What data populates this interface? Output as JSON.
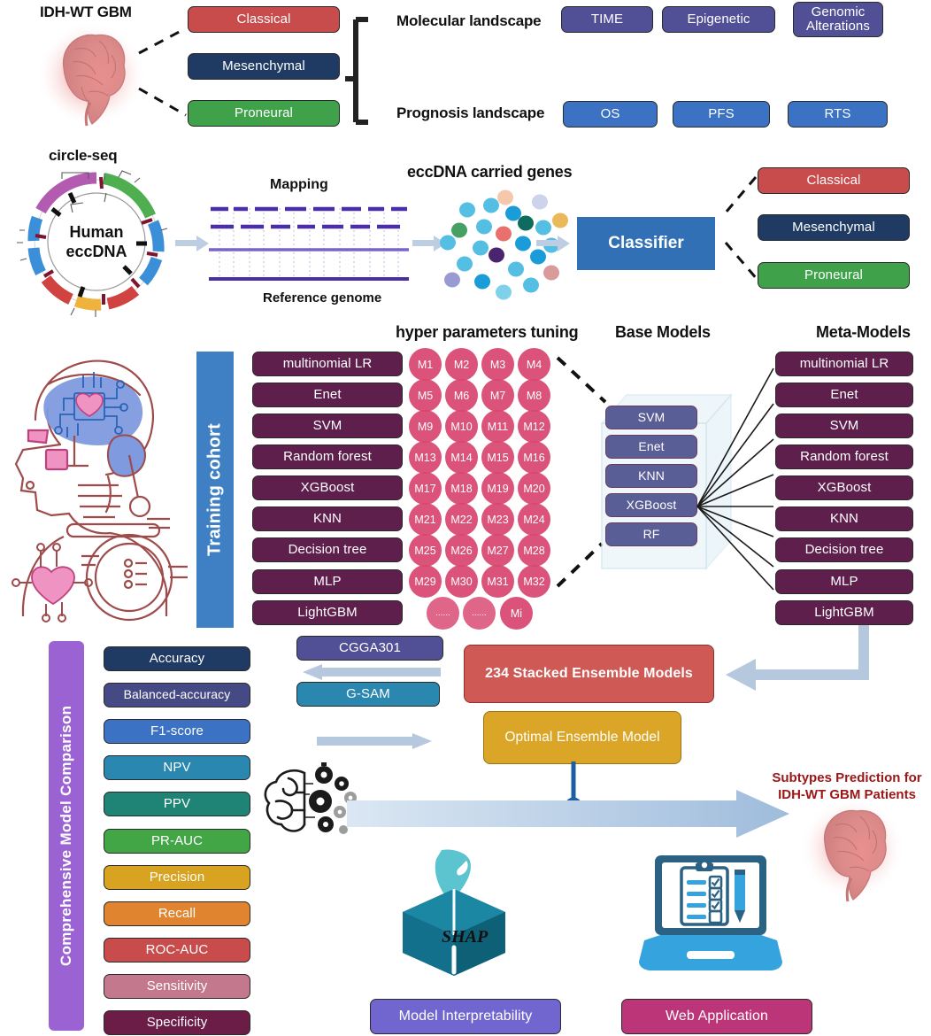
{
  "section1": {
    "source_label": "IDH-WT GBM",
    "subtypes": [
      {
        "label": "Classical",
        "color": "#c94c4c"
      },
      {
        "label": "Mesenchymal",
        "color": "#1f3a63"
      },
      {
        "label": "Proneural",
        "color": "#3fa14a"
      }
    ],
    "landscapes": [
      {
        "label": "Molecular landscape",
        "items": [
          {
            "label": "TIME",
            "color": "#514f95"
          },
          {
            "label": "Epigenetic",
            "color": "#514f95"
          },
          {
            "label": "Genomic\nAlterations",
            "color": "#514f95"
          }
        ]
      },
      {
        "label": "Prognosis landscape",
        "items": [
          {
            "label": "OS",
            "color": "#3b72c4"
          },
          {
            "label": "PFS",
            "color": "#3b72c4"
          },
          {
            "label": "RTS",
            "color": "#3b72c4"
          }
        ]
      }
    ]
  },
  "section2": {
    "circle_seq_label": "circle-seq",
    "circle_center_line1": "Human",
    "circle_center_line2": "eccDNA",
    "mapping_label": "Mapping",
    "reference_label": "Reference genome",
    "genes_label": "eccDNA carried genes",
    "classifier_label": "Classifier",
    "classifier_color": "#3270b5",
    "output_subtypes": [
      {
        "label": "Classical",
        "color": "#c94c4c"
      },
      {
        "label": "Mesenchymal",
        "color": "#1f3a63"
      },
      {
        "label": "Proneural",
        "color": "#3fa14a"
      }
    ]
  },
  "section3": {
    "training_cohort_label": "Training cohort",
    "training_cohort_color": "#3f80c4",
    "hyper_label": "hyper parameters tuning",
    "base_models_label": "Base Models",
    "meta_models_label": "Meta-Models",
    "algorithms": [
      "multinomial LR",
      "Enet",
      "SVM",
      "Random forest",
      "XGBoost",
      "KNN",
      "Decision tree",
      "MLP",
      "LightGBM"
    ],
    "algorithm_color": "#5e1f4d",
    "hyper_circles": [
      [
        "M1",
        "M2",
        "M3",
        "M4"
      ],
      [
        "M5",
        "M6",
        "M7",
        "M8"
      ],
      [
        "M9",
        "M10",
        "M11",
        "M12"
      ],
      [
        "M13",
        "M14",
        "M15",
        "M16"
      ],
      [
        "M17",
        "M18",
        "M19",
        "M20"
      ],
      [
        "M21",
        "M22",
        "M23",
        "M24"
      ],
      [
        "M25",
        "M26",
        "M27",
        "M28"
      ],
      [
        "M29",
        "M30",
        "M31",
        "M32"
      ]
    ],
    "hyper_circles_last": [
      "......",
      "......",
      "Mi"
    ],
    "base_models": [
      "SVM",
      "Enet",
      "KNN",
      "XGBoost",
      "RF"
    ],
    "base_model_color": "#5a5e96",
    "meta_models": [
      "multinomial LR",
      "Enet",
      "SVM",
      "Random forest",
      "XGBoost",
      "KNN",
      "Decision tree",
      "MLP",
      "LightGBM"
    ],
    "meta_model_color": "#5e1f4d"
  },
  "section4": {
    "comparison_label": "Comprehensive Model Comparison",
    "comparison_color": "#9b62d4",
    "metrics": [
      {
        "label": "Accuracy",
        "color": "#1f3a63"
      },
      {
        "label": "Balanced-accuracy",
        "color": "#464a84"
      },
      {
        "label": "F1-score",
        "color": "#3b72c4"
      },
      {
        "label": "NPV",
        "color": "#2a87b0"
      },
      {
        "label": "PPV",
        "color": "#1f8476"
      },
      {
        "label": "PR-AUC",
        "color": "#42a546"
      },
      {
        "label": "Precision",
        "color": "#d8a320"
      },
      {
        "label": "Recall",
        "color": "#e0842f"
      },
      {
        "label": "ROC-AUC",
        "color": "#c94c4c"
      },
      {
        "label": "Sensitivity",
        "color": "#c4788e"
      },
      {
        "label": "Specificity",
        "color": "#6b1d47"
      }
    ],
    "validation_cohorts": [
      {
        "label": "CGGA301",
        "color": "#514f95"
      },
      {
        "label": "G-SAM",
        "color": "#2a87b0"
      }
    ],
    "stacked_label": "234 Stacked Ensemble Models",
    "stacked_color": "#cf5a55",
    "optimal_label": "Optimal Ensemble Model",
    "optimal_color": "#dba627",
    "prediction_line1": "Subtypes Prediction for",
    "prediction_line2": "IDH-WT GBM Patients",
    "prediction_color": "#9c1616"
  },
  "section5": {
    "shap_label": "SHAP",
    "interpretability_label": "Model Interpretability",
    "interpretability_color": "#7166cf",
    "webapp_label": "Web Application",
    "webapp_color": "#bd3579"
  },
  "icons": {
    "brain": "brain-icon",
    "robot_head": "ai-robot-head-icon",
    "gears_brain": "brain-gears-icon",
    "shap_box": "shap-box-icon",
    "laptop": "laptop-checklist-icon"
  }
}
